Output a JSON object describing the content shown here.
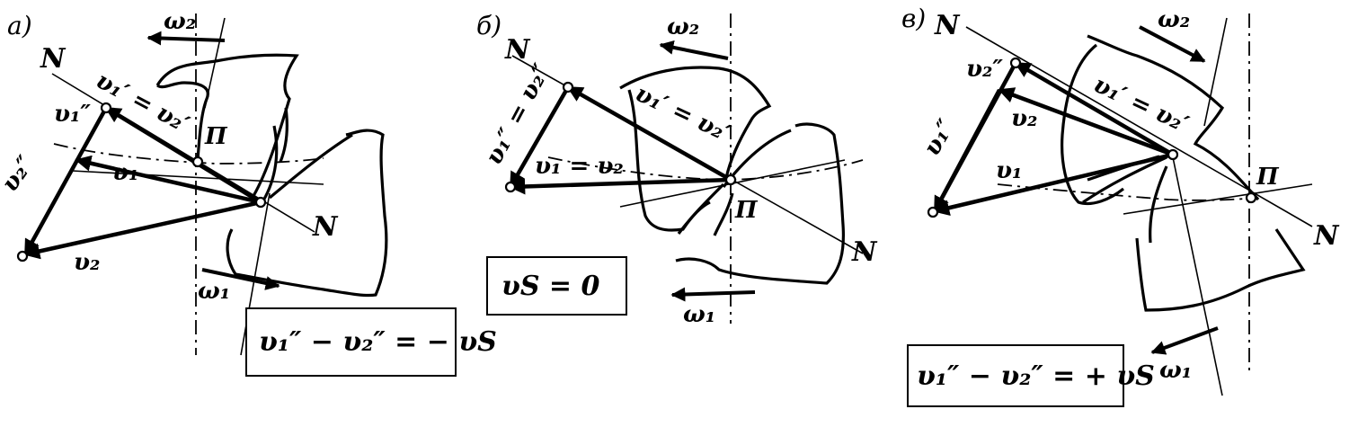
{
  "panels": [
    {
      "tag": "а)",
      "labels": {
        "N_top": "N",
        "N_bottom": "N",
        "pole": "П",
        "omega_top": "ω₂",
        "omega_bottom": "ω₁",
        "v1": "υ₁",
        "v2": "υ₂",
        "v1pp": "υ₁″",
        "v2pp": "υ₂″",
        "vprime": "υ₁′ = υ₂′"
      },
      "formula": "υ₁″ − υ₂″ = − υS"
    },
    {
      "tag": "б)",
      "labels": {
        "N_top": "N",
        "N_bottom": "N",
        "pole": "П",
        "omega_top": "ω₂",
        "omega_bottom": "ω₁",
        "v12": "υ₁ = υ₂",
        "vpp": "υ₁″ = υ₂″",
        "vprime": "υ₁′ = υ₂′"
      },
      "formula": "υS = 0"
    },
    {
      "tag": "в)",
      "labels": {
        "N_top": "N",
        "N_bottom": "N",
        "pole": "П",
        "omega_top": "ω₂",
        "omega_bottom": "ω₁",
        "v1": "υ₁",
        "v2": "υ₂",
        "v1pp": "υ₁″",
        "v2pp": "υ₂″",
        "vprime": "υ₁′ = υ₂′"
      },
      "formula": "υ₁″ − υ₂″ = + υS"
    }
  ]
}
